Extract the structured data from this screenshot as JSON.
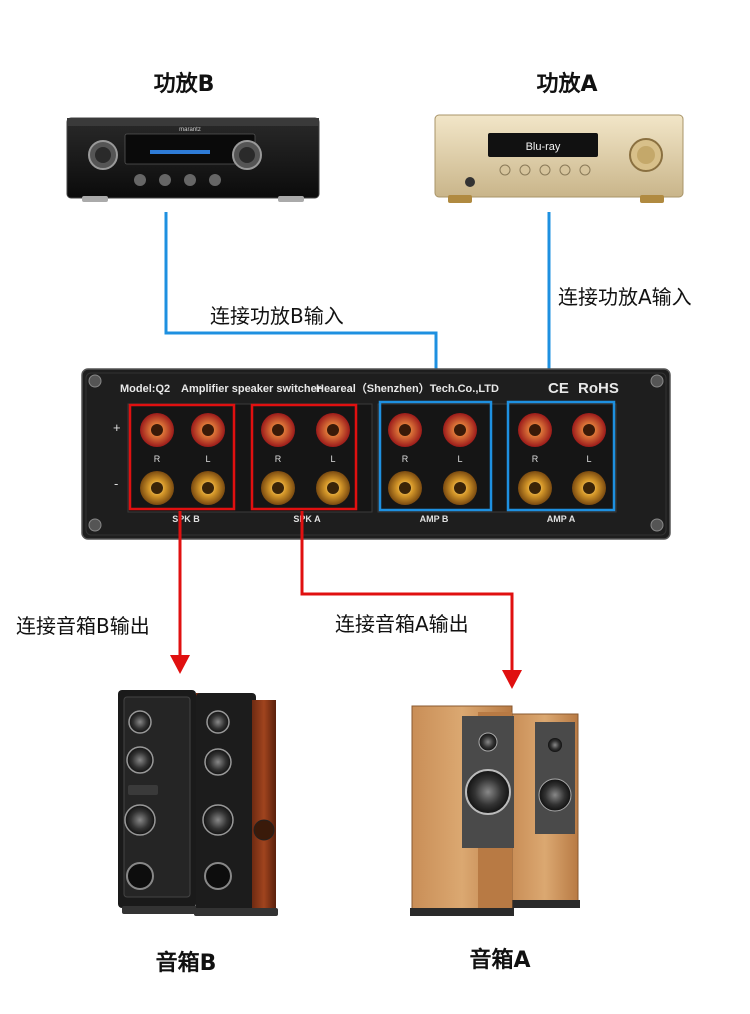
{
  "titles": {
    "amp_b": "功放B",
    "amp_a": "功放A",
    "speaker_b": "音箱B",
    "speaker_a": "音箱A"
  },
  "connections": {
    "amp_b_in": "连接功放B输入",
    "amp_a_in": "连接功放A输入",
    "spk_b_out": "连接音箱B输出",
    "spk_a_out": "连接音箱A输出"
  },
  "switcher": {
    "model": "Model:Q2",
    "product": "Amplifier speaker switcher",
    "maker": "Heareal（Shenzhen）Tech.Co.,LTD",
    "ce": "CE",
    "rohs": "RoHS",
    "plus": "+",
    "minus": "-",
    "r": "R",
    "l": "L",
    "groups": [
      "SPK B",
      "SPK A",
      "AMP B",
      "AMP A"
    ]
  },
  "amp_labels": {
    "brand_b": "marantz",
    "display_a": "Blu-ray"
  },
  "colors": {
    "blue_line": "#1e90e0",
    "red_line": "#e01010",
    "panel": "#1c1c1c"
  }
}
